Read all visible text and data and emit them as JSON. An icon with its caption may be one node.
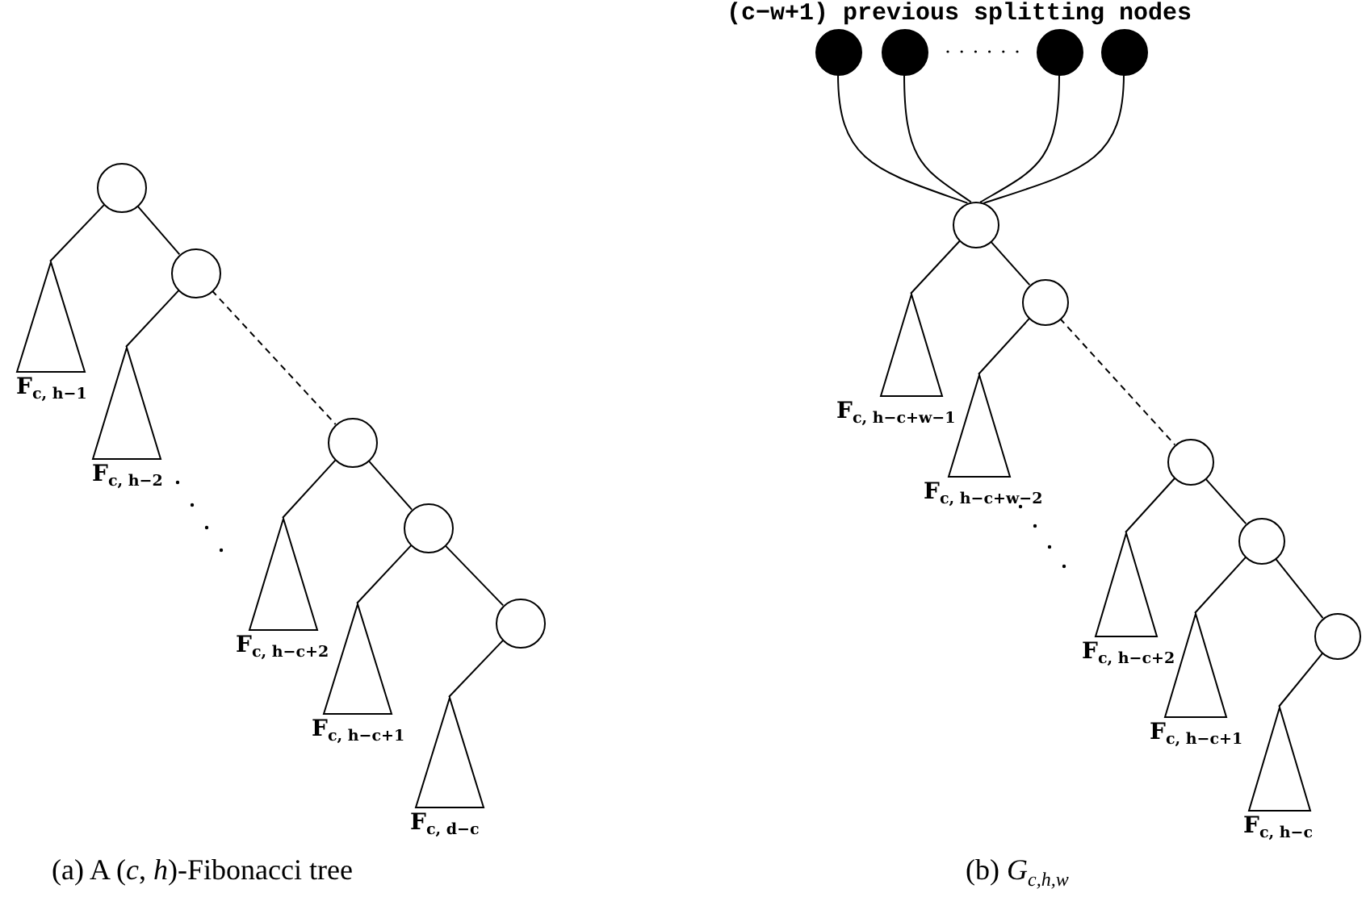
{
  "diagram": {
    "nodes": [
      {
        "text": [],
        "shape": "circle"
      },
      {
        "text": [],
        "shape": "triangle",
        "beside": [
          "F$_{c, h−1}$"
        ]
      },
      {
        "text": [],
        "shape": "circle"
      },
      {
        "text": [],
        "shape": "triangle",
        "beside": [
          "F$_{c, h−2}$"
        ]
      },
      {
        "text": [],
        "shape": "circle"
      },
      {
        "text": [],
        "shape": "triangle",
        "beside": [
          "F$_{c, h−c+2}$"
        ]
      },
      {
        "text": [],
        "shape": "circle"
      },
      {
        "text": [],
        "shape": "triangle",
        "beside": [
          "F$_{c, h−c+1}$"
        ]
      },
      {
        "text": [],
        "shape": "circle"
      },
      {
        "text": [],
        "shape": "triangle",
        "beside": [
          "F$_{c, d−c}$"
        ]
      },
      {
        "text": [],
        "shape": "circle"
      },
      {
        "text": [],
        "shape": "circle"
      },
      {
        "text": [],
        "shape": "circle"
      },
      {
        "text": [],
        "shape": "circle"
      },
      {
        "text": [],
        "shape": "circle"
      },
      {
        "text": [],
        "shape": "triangle",
        "beside": [
          "F$_{c, h−c+w−1}$"
        ]
      },
      {
        "text": [],
        "shape": "circle"
      },
      {
        "text": [],
        "shape": "triangle",
        "beside": [
          "F$_{c, h−c+w−2}$"
        ]
      },
      {
        "text": [],
        "shape": "circle"
      },
      {
        "text": [],
        "shape": "triangle",
        "beside": [
          "F$_{c, h−c+2}$"
        ]
      },
      {
        "text": [],
        "shape": "circle"
      },
      {
        "text": [],
        "shape": "triangle",
        "beside": [
          "F$_{c, h−c+1}$"
        ]
      },
      {
        "text": [],
        "shape": "circle"
      },
      {
        "text": [],
        "shape": "triangle",
        "beside": [
          "F$_{c, h−c}$"
        ]
      }
    ],
    "edges": [
      {
        "from": 0,
        "to": 1,
        "arrow": "none"
      },
      {
        "from": 0,
        "to": 2,
        "arrow": "none"
      },
      {
        "from": 2,
        "to": 3,
        "arrow": "none"
      },
      {
        "from": 2,
        "to": 4,
        "arrow": "none",
        "style": "dashed"
      },
      {
        "from": 4,
        "to": 5,
        "arrow": "none"
      },
      {
        "from": 4,
        "to": 6,
        "arrow": "none"
      },
      {
        "from": 6,
        "to": 7,
        "arrow": "none"
      },
      {
        "from": 6,
        "to": 8,
        "arrow": "none"
      },
      {
        "from": 8,
        "to": 9,
        "arrow": "none"
      },
      {
        "from": 10,
        "to": 14,
        "arrow": "none"
      },
      {
        "from": 11,
        "to": 14,
        "arrow": "none"
      },
      {
        "from": 12,
        "to": 14,
        "arrow": "none"
      },
      {
        "from": 13,
        "to": 14,
        "arrow": "none"
      },
      {
        "from": 14,
        "to": 15,
        "arrow": "none"
      },
      {
        "from": 14,
        "to": 16,
        "arrow": "none"
      },
      {
        "from": 16,
        "to": 17,
        "arrow": "none"
      },
      {
        "from": 16,
        "to": 18,
        "arrow": "none",
        "style": "dashed"
      },
      {
        "from": 18,
        "to": 19,
        "arrow": "none"
      },
      {
        "from": 18,
        "to": 20,
        "arrow": "none"
      },
      {
        "from": 20,
        "to": 21,
        "arrow": "none"
      },
      {
        "from": 20,
        "to": 22,
        "arrow": "none"
      },
      {
        "from": 22,
        "to": 23,
        "arrow": "none"
      }
    ],
    "labels": [
      "(c−w+1) previous splitting nodes",
      "(a) A (*c*, *h*)-Fibonacci tree",
      "(b) *G*$_{c,h,w}$"
    ]
  }
}
